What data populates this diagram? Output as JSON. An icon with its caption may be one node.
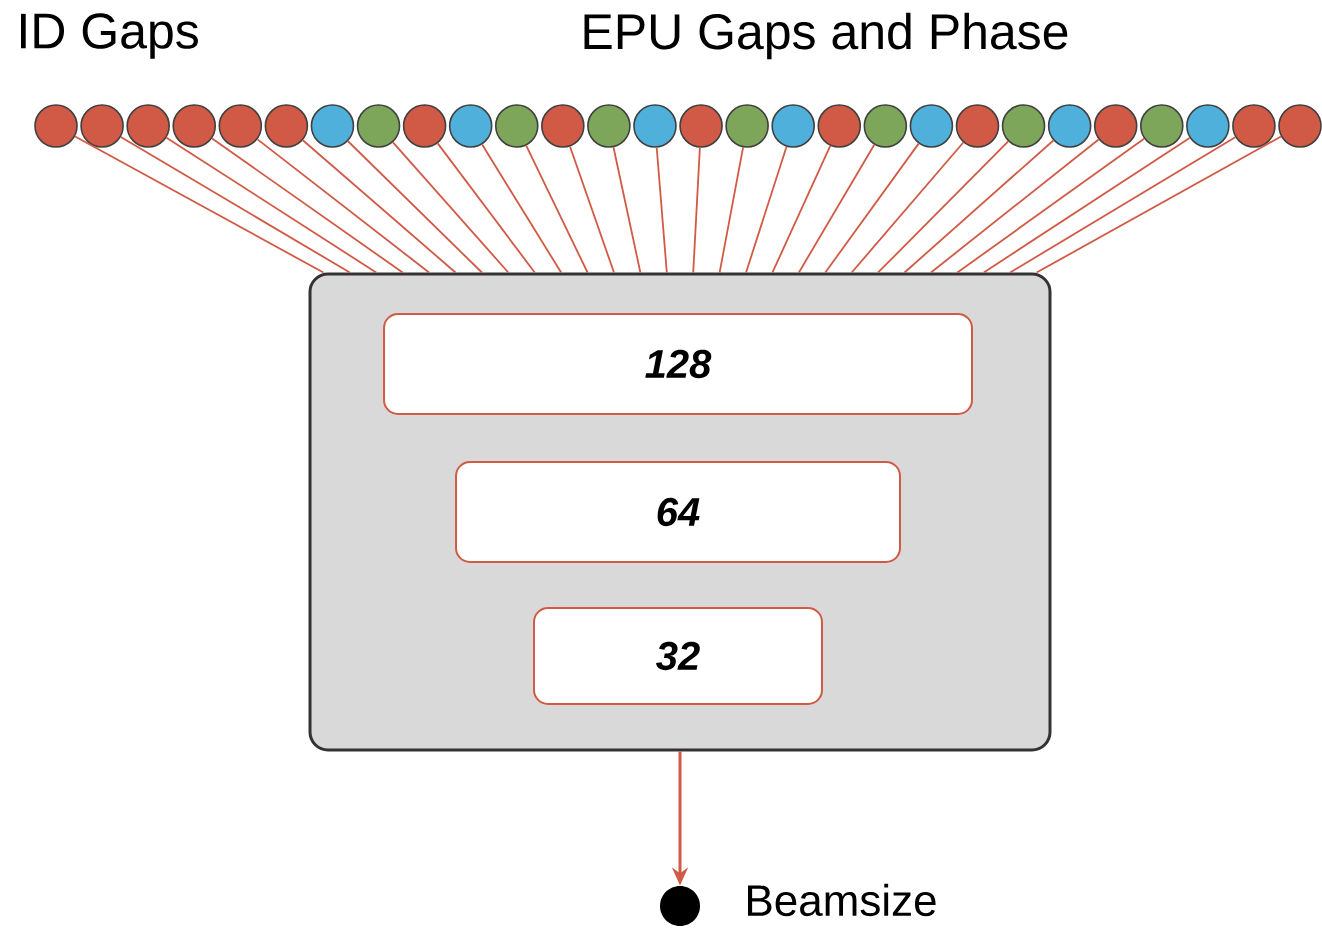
{
  "diagram": {
    "nodes": [
      {
        "text": [],
        "shape": "circle"
      },
      {
        "text": [],
        "shape": "circle"
      },
      {
        "text": [],
        "shape": "circle"
      },
      {
        "text": [],
        "shape": "circle"
      },
      {
        "text": [],
        "shape": "circle"
      },
      {
        "text": [],
        "shape": "circle"
      },
      {
        "text": [],
        "shape": "circle"
      },
      {
        "text": [],
        "shape": "circle"
      },
      {
        "text": [],
        "shape": "circle"
      },
      {
        "text": [],
        "shape": "circle"
      },
      {
        "text": [],
        "shape": "circle"
      },
      {
        "text": [],
        "shape": "circle"
      },
      {
        "text": [],
        "shape": "circle"
      },
      {
        "text": [],
        "shape": "circle"
      },
      {
        "text": [],
        "shape": "circle"
      },
      {
        "text": [],
        "shape": "circle"
      },
      {
        "text": [],
        "shape": "circle"
      },
      {
        "text": [],
        "shape": "circle"
      },
      {
        "text": [],
        "shape": "circle"
      },
      {
        "text": [],
        "shape": "circle"
      },
      {
        "text": [],
        "shape": "circle"
      },
      {
        "text": [],
        "shape": "circle"
      },
      {
        "text": [],
        "shape": "circle"
      },
      {
        "text": [],
        "shape": "circle"
      },
      {
        "text": [],
        "shape": "circle"
      },
      {
        "text": [],
        "shape": "circle"
      },
      {
        "text": [],
        "shape": "circle"
      },
      {
        "text": [],
        "shape": "circle"
      },
      {
        "text": [],
        "shape": "box"
      },
      {
        "text": [
          "128"
        ],
        "in": 28
      },
      {
        "text": [
          "64"
        ],
        "in": 28
      },
      {
        "text": [
          "32"
        ],
        "in": 28
      },
      {
        "text": [],
        "shape": "circle",
        "beside": [
          "Beamsize"
        ]
      }
    ],
    "edges": [
      {
        "from": 0,
        "to": 28,
        "arrow": "none"
      },
      {
        "from": 1,
        "to": 28,
        "arrow": "none"
      },
      {
        "from": 2,
        "to": 28,
        "arrow": "none"
      },
      {
        "from": 3,
        "to": 28,
        "arrow": "none"
      },
      {
        "from": 4,
        "to": 28,
        "arrow": "none"
      },
      {
        "from": 5,
        "to": 28,
        "arrow": "none"
      },
      {
        "from": 6,
        "to": 28,
        "arrow": "none"
      },
      {
        "from": 7,
        "to": 28,
        "arrow": "none"
      },
      {
        "from": 8,
        "to": 28,
        "arrow": "none"
      },
      {
        "from": 9,
        "to": 28,
        "arrow": "none"
      },
      {
        "from": 10,
        "to": 28,
        "arrow": "none"
      },
      {
        "from": 11,
        "to": 28,
        "arrow": "none"
      },
      {
        "from": 12,
        "to": 28,
        "arrow": "none"
      },
      {
        "from": 13,
        "to": 28,
        "arrow": "none"
      },
      {
        "from": 14,
        "to": 28,
        "arrow": "none"
      },
      {
        "from": 15,
        "to": 28,
        "arrow": "none"
      },
      {
        "from": 16,
        "to": 28,
        "arrow": "none"
      },
      {
        "from": 17,
        "to": 28,
        "arrow": "none"
      },
      {
        "from": 18,
        "to": 28,
        "arrow": "none"
      },
      {
        "from": 19,
        "to": 28,
        "arrow": "none"
      },
      {
        "from": 20,
        "to": 28,
        "arrow": "none"
      },
      {
        "from": 21,
        "to": 28,
        "arrow": "none"
      },
      {
        "from": 22,
        "to": 28,
        "arrow": "none"
      },
      {
        "from": 23,
        "to": 28,
        "arrow": "none"
      },
      {
        "from": 24,
        "to": 28,
        "arrow": "none"
      },
      {
        "from": 25,
        "to": 28,
        "arrow": "none"
      },
      {
        "from": 26,
        "to": 28,
        "arrow": "none"
      },
      {
        "from": 27,
        "to": 28,
        "arrow": "none"
      },
      {
        "from": 28,
        "to": 32,
        "arrow": "to"
      }
    ],
    "labels": [
      "ID Gaps",
      "EPU Gaps and Phase"
    ]
  }
}
